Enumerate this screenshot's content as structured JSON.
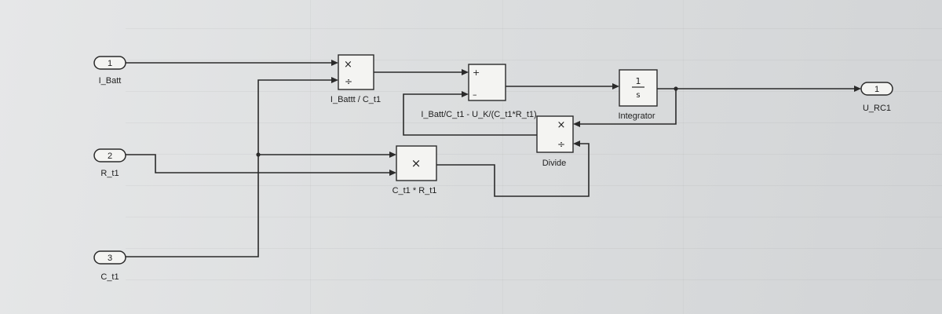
{
  "inports": [
    {
      "number": "1",
      "label": "I_Batt"
    },
    {
      "number": "2",
      "label": "R_t1"
    },
    {
      "number": "3",
      "label": "C_t1"
    }
  ],
  "outport": {
    "number": "1",
    "label": "U_RC1"
  },
  "blocks": {
    "divide1": {
      "label": "I_Battt / C_t1",
      "op_top": "×",
      "op_bottom": "÷"
    },
    "product": {
      "label": "C_t1 * R_t1",
      "op": "×"
    },
    "sum": {
      "label": "I_Batt/C_t1 - U_K/(C_t1*R_t1)",
      "sign_top": "+",
      "sign_bottom": "–"
    },
    "divide2": {
      "label": "Divide",
      "op_top": "×",
      "op_bottom": "÷"
    },
    "integrator": {
      "label": "Integrator",
      "numerator": "1",
      "denominator": "s"
    }
  }
}
